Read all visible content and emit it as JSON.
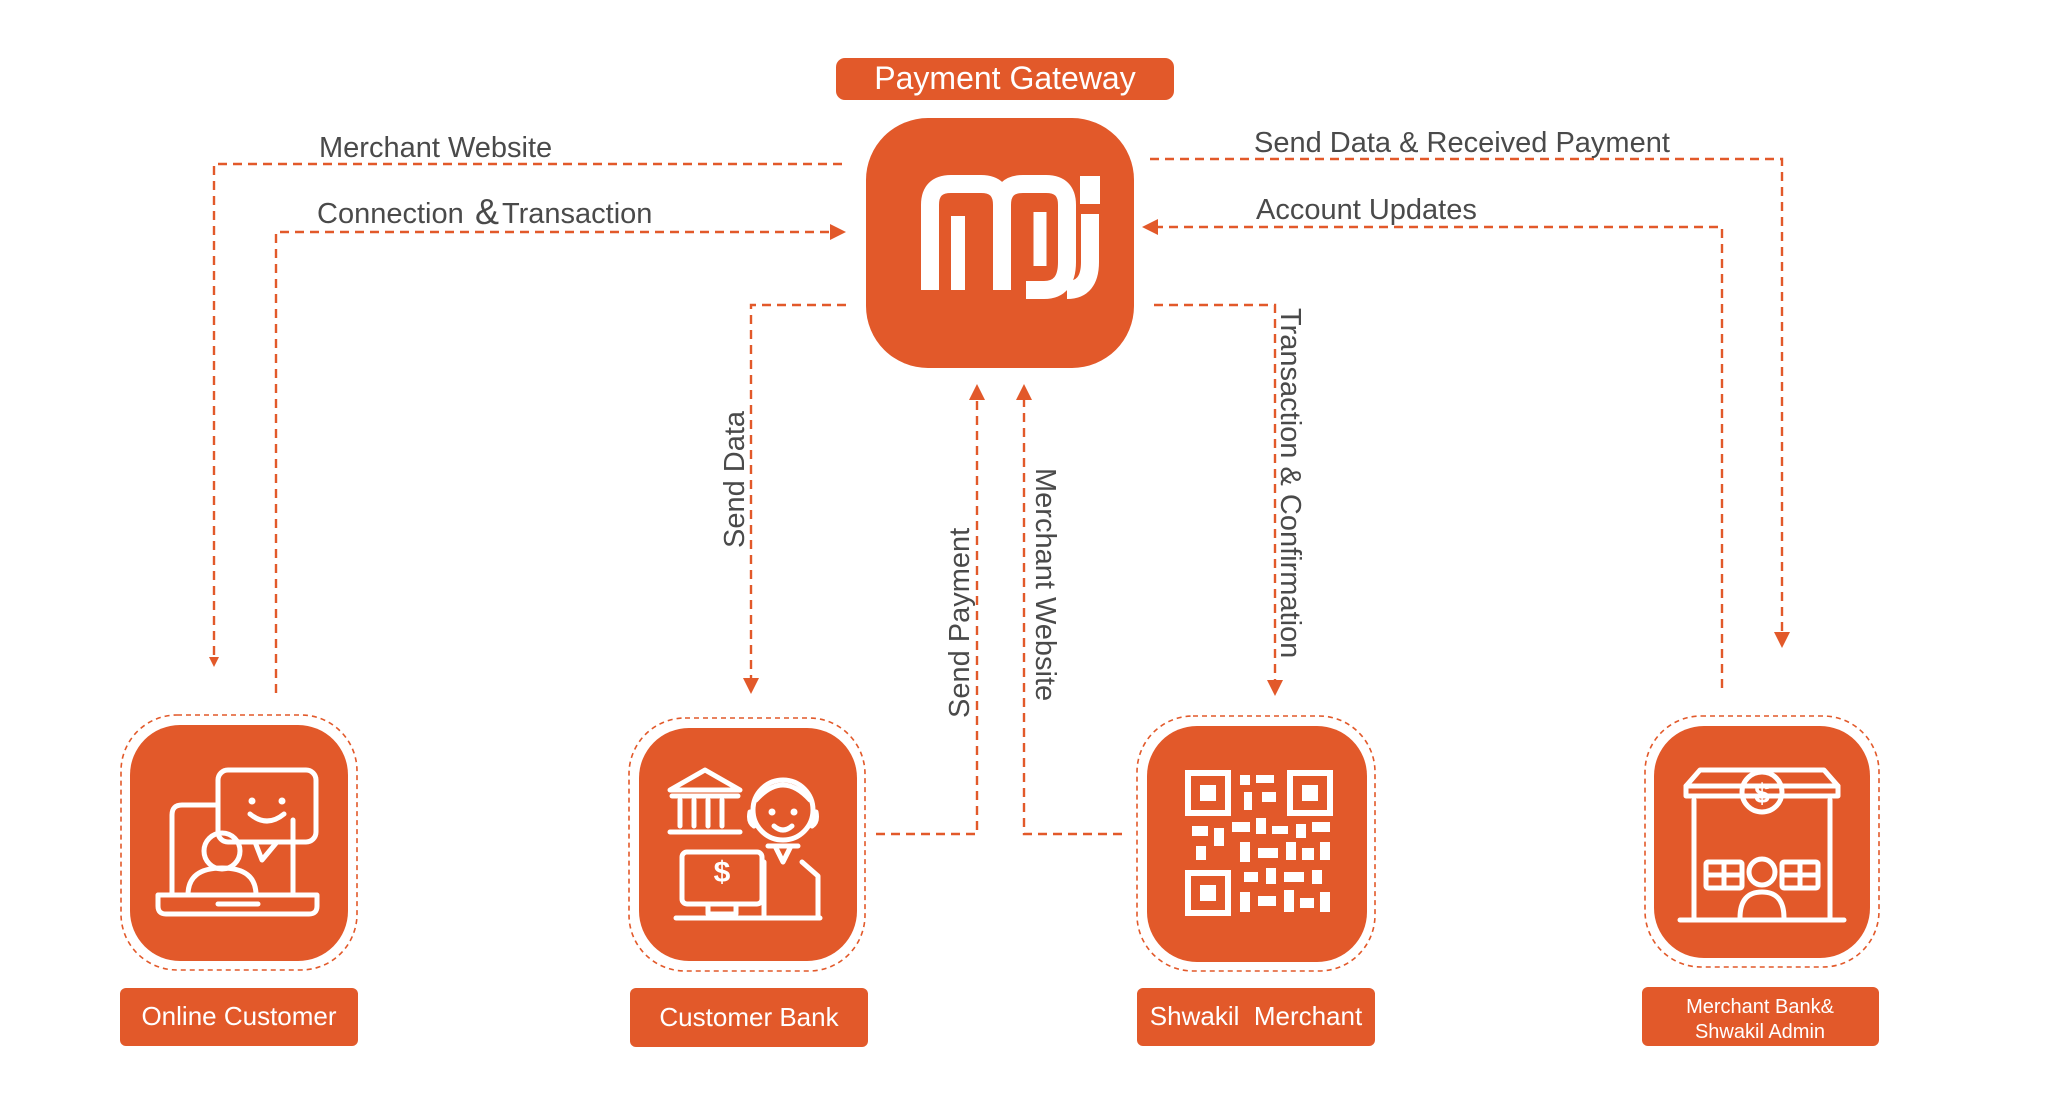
{
  "colors": {
    "accent": "#e2592a",
    "label_text": "#4a4a4a",
    "node_text": "#ffffff"
  },
  "gateway": {
    "title": "Payment Gateway",
    "icon": "shwakil-logo-icon"
  },
  "nodes": [
    {
      "id": "online-customer",
      "label": "Online Customer",
      "icon": "laptop-chat-user-icon"
    },
    {
      "id": "customer-bank",
      "label": "Customer Bank",
      "icon": "bank-agent-icon"
    },
    {
      "id": "shwakil-merchant",
      "label": "Shwakil  Merchant",
      "icon": "qr-code-icon"
    },
    {
      "id": "merchant-bank",
      "label_line1": "Merchant Bank&",
      "label_line2": "Shwakil Admin",
      "icon": "storefront-icon"
    }
  ],
  "flows": {
    "merchant_website_left": "Merchant Website",
    "connection_amp": "&",
    "connection_text": "Transaction",
    "connection_prefix": "Connection",
    "send_data_received_payment": "Send Data & Received Payment",
    "account_updates": "Account Updates",
    "send_data": "Send Data",
    "send_payment": "Send Payment",
    "merchant_website_vertical": "Merchant Website",
    "transaction_confirmation": "Transaction & Confirmation"
  }
}
